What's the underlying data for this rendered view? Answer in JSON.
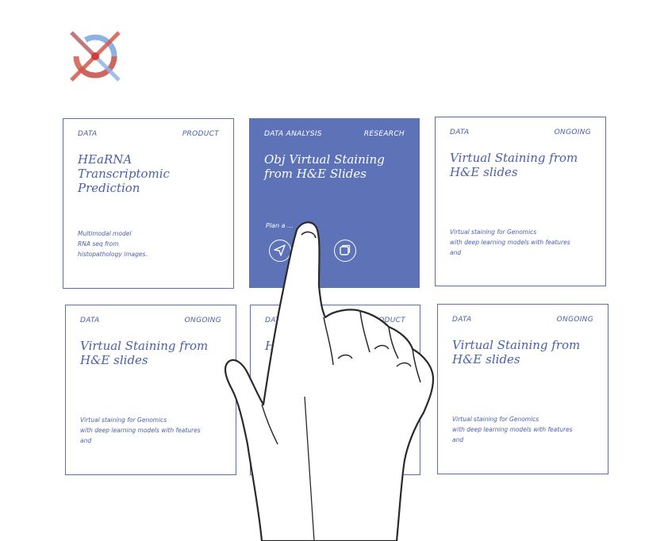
{
  "brand": {
    "logo_icon": "crosshair-logo-icon",
    "colors": [
      "#5b8fd6",
      "#d45a4a"
    ]
  },
  "accent_color": "#5e72b8",
  "cards": [
    {
      "tag_left": "DATA",
      "tag_right": "PRODUCT",
      "title": "HEaRNA Transcriptomic Prediction",
      "desc": [
        "Multimodal model",
        "RNA seq from",
        "histopathology images."
      ]
    },
    {
      "tag_left": "DATA ANALYSIS",
      "tag_right": "RESEARCH",
      "title": "Obj Virtual Staining from H&E Slides",
      "actions_label": "Plan a ...",
      "actions": [
        "send-icon",
        "copy-icon"
      ],
      "active": true
    },
    {
      "tag_left": "DATA",
      "tag_right": "ONGOING",
      "title": "Virtual Staining from H&E slides",
      "desc": [
        "Virtual staining for Genomics",
        "with deep learning models with features",
        "and"
      ]
    },
    {
      "tag_left": "DATA",
      "tag_right": "ONGOING",
      "title": "Virtual Staining from H&E slides",
      "desc": [
        "Virtual staining for Genomics",
        "with deep learning models with features",
        "and"
      ]
    },
    {
      "tag_left": "DATA",
      "tag_right": "PRODUCT",
      "title": "HeRNA Pre...",
      "desc": []
    },
    {
      "tag_left": "DATA",
      "tag_right": "ONGOING",
      "title": "Virtual Staining from H&E slides",
      "desc": [
        "Virtual staining for Genomics",
        "with deep learning models with features",
        "and"
      ]
    }
  ],
  "pointer": {
    "icon": "pointing-hand-icon"
  }
}
